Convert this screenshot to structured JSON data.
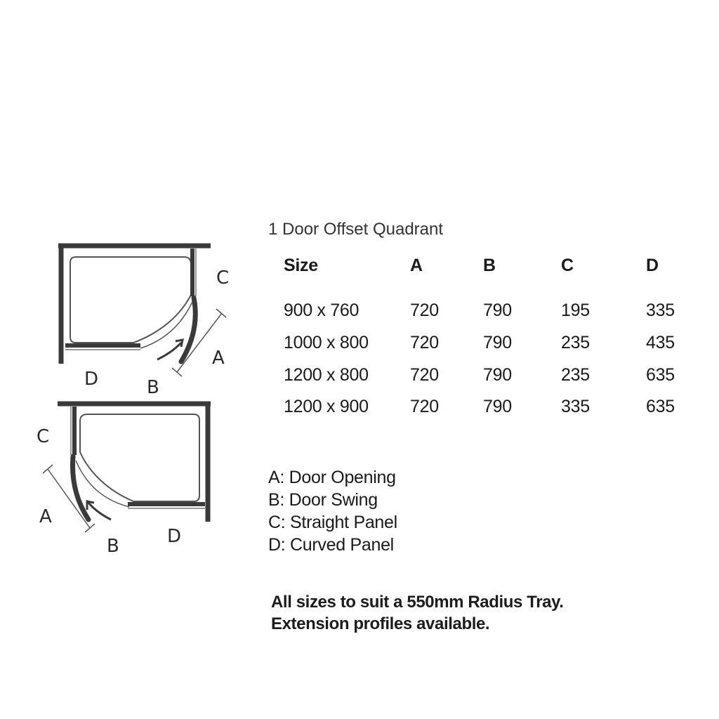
{
  "title": "1 Door Offset Quadrant",
  "table": {
    "headers": [
      "Size",
      "A",
      "B",
      "C",
      "D"
    ],
    "rows": [
      [
        "900 x 760",
        "720",
        "790",
        "195",
        "335"
      ],
      [
        "1000 x 800",
        "720",
        "790",
        "235",
        "435"
      ],
      [
        "1200 x 800",
        "720",
        "790",
        "235",
        "635"
      ],
      [
        "1200 x 900",
        "720",
        "790",
        "335",
        "635"
      ]
    ]
  },
  "legend": [
    "A: Door Opening",
    "B: Door Swing",
    "C: Straight Panel",
    "D: Curved Panel"
  ],
  "notes": [
    "All sizes to suit a 550mm Radius Tray.",
    "Extension profiles available."
  ],
  "diagram_labels": {
    "top": {
      "a": "A",
      "b": "B",
      "c": "C",
      "d": "D"
    },
    "bottom": {
      "a": "A",
      "b": "B",
      "c": "C",
      "d": "D"
    }
  },
  "colors": {
    "line": "#3a3a3a",
    "text": "#1a1a1a",
    "background": "#ffffff"
  }
}
